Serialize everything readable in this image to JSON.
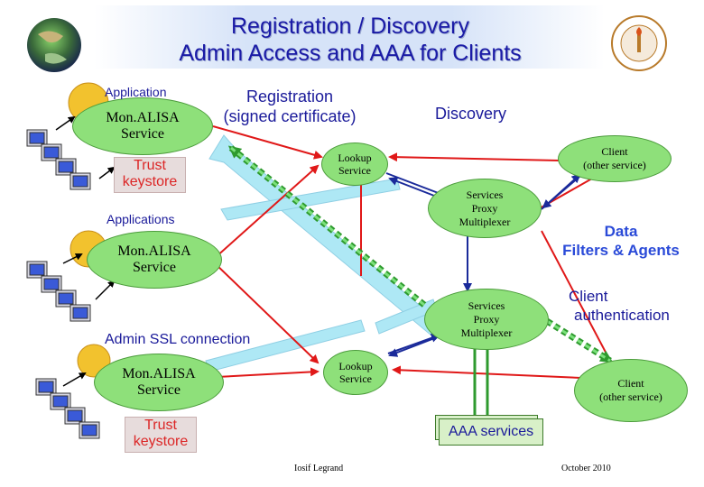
{
  "title": {
    "line1": "Registration / Discovery",
    "line2": "Admin Access and AAA for Clients"
  },
  "labels": {
    "application": "Application",
    "applications": "Applications",
    "registration_line1": "Registration",
    "registration_line2": "(signed certificate)",
    "discovery": "Discovery",
    "admin_ssl": "Admin SSL connection",
    "data_filters_line1": "Data",
    "data_filters_line2": "Filters & Agents",
    "client_auth_line1": "Client",
    "client_auth_line2": "authentication"
  },
  "nodes": {
    "monalisa_service_top": {
      "line1": "Mon.ALISA",
      "line2": "Service"
    },
    "monalisa_service_mid": {
      "line1": "Mon.ALISA",
      "line2": "Service"
    },
    "monalisa_service_bottom": {
      "line1": "Mon.ALISA",
      "line2": "Service"
    },
    "lookup_top": {
      "line1": "Lookup",
      "line2": "Service"
    },
    "lookup_bottom": {
      "line1": "Lookup",
      "line2": "Service"
    },
    "proxy_top": {
      "line1": "Services",
      "line2": "Proxy",
      "line3": "Multiplexer"
    },
    "proxy_bottom": {
      "line1": "Services",
      "line2": "Proxy",
      "line3": "Multiplexer"
    },
    "client_top": {
      "line1": "Client",
      "line2": "(other service)"
    },
    "client_bottom": {
      "line1": "Client",
      "line2": "(other service)"
    },
    "trust_top": {
      "line1": "Trust",
      "line2": "keystore"
    },
    "trust_bottom": {
      "line1": "Trust",
      "line2": "keystore"
    },
    "aaa": "AAA services"
  },
  "footer": {
    "author": "Iosif Legrand",
    "date": "October 2010"
  },
  "colors": {
    "title": "#1a1aa6",
    "ellipse": "#8ee07a",
    "red_arrow": "#e01818",
    "blue_arrow": "#1a2a9a",
    "cyan_arrow": "#aee8f5",
    "green_dotted": "#2e9a2e"
  }
}
